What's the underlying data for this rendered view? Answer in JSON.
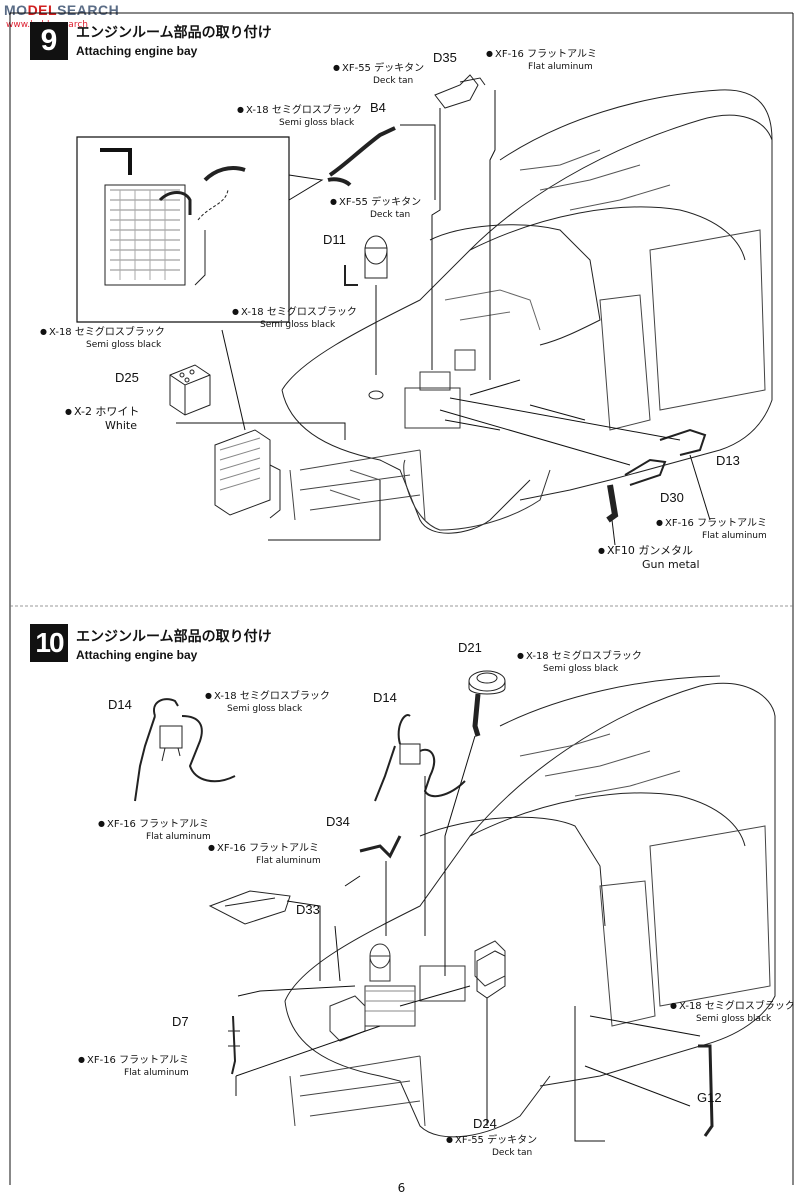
{
  "watermark": {
    "prefix": "MO",
    "red": "DEL",
    "suffix": "SEARCH",
    "sub": "www.hobbysearch"
  },
  "step9": {
    "number": "9",
    "title_jp": "エンジンルーム部品の取り付け",
    "title_en": "Attaching engine bay",
    "parts": {
      "d35": "D35",
      "b4": "B4",
      "d11": "D11",
      "d25": "D25",
      "d13": "D13",
      "d30": "D30"
    },
    "colors": {
      "xf55_a_jp": "XF-55 デッキタン",
      "xf55_a_en": "Deck tan",
      "xf16_a_jp": "XF-16 フラットアルミ",
      "xf16_a_en": "Flat aluminum",
      "x18_a_jp": "X-18 セミグロスブラック",
      "x18_a_en": "Semi gloss black",
      "xf55_b_jp": "XF-55 デッキタン",
      "xf55_b_en": "Deck tan",
      "x18_b_jp": "X-18 セミグロスブラック",
      "x18_b_en": "Semi gloss black",
      "x18_c_jp": "X-18 セミグロスブラック",
      "x18_c_en": "Semi gloss black",
      "x2_jp": "X-2 ホワイト",
      "x2_en": "White",
      "xf16_b_jp": "XF-16 フラットアルミ",
      "xf16_b_en": "Flat aluminum",
      "xf10_jp": "XF10 ガンメタル",
      "xf10_en": "Gun metal"
    }
  },
  "step10": {
    "number": "10",
    "title_jp": "エンジンルーム部品の取り付け",
    "title_en": "Attaching engine bay",
    "parts": {
      "d21": "D21",
      "d14a": "D14",
      "d14b": "D14",
      "d34": "D34",
      "d33": "D33",
      "d7": "D7",
      "d24": "D24",
      "g12": "G12"
    },
    "colors": {
      "x18_a_jp": "X-18 セミグロスブラック",
      "x18_a_en": "Semi gloss black",
      "x18_b_jp": "X-18 セミグロスブラック",
      "x18_b_en": "Semi gloss black",
      "xf16_a_jp": "XF-16 フラットアルミ",
      "xf16_a_en": "Flat aluminum",
      "xf16_b_jp": "XF-16 フラットアルミ",
      "xf16_b_en": "Flat aluminum",
      "xf16_c_jp": "XF-16 フラットアルミ",
      "xf16_c_en": "Flat aluminum",
      "x18_c_jp": "X-18 セミグロスブラック",
      "x18_c_en": "Semi gloss black",
      "xf55_jp": "XF-55 デッキタン",
      "xf55_en": "Deck tan"
    }
  },
  "page_number": "6"
}
